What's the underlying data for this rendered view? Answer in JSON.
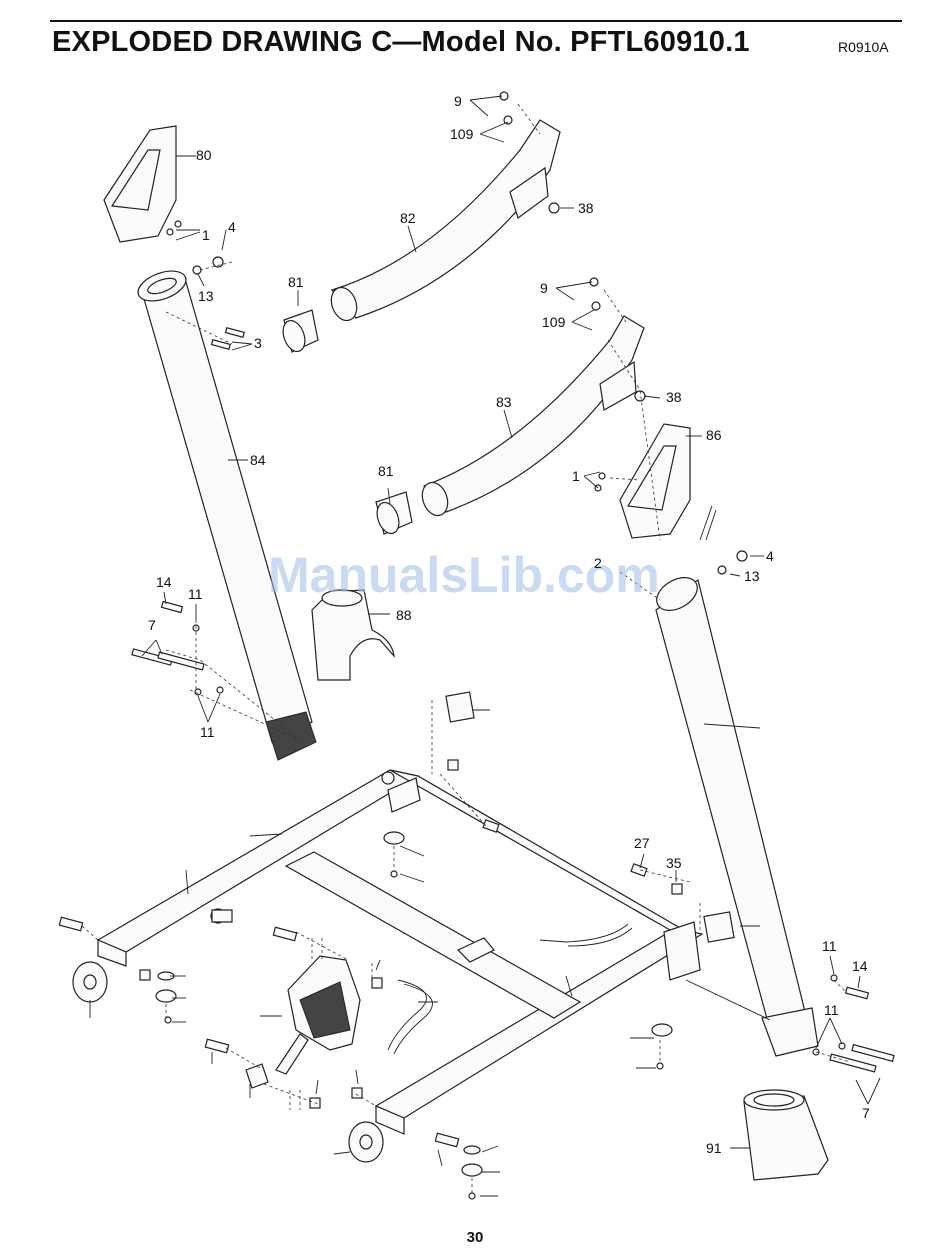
{
  "header": {
    "title": "EXPLODED DRAWING C—Model No. PFTL60910.1",
    "code": "R0910A"
  },
  "watermark": "ManualsLib.com",
  "page_number": "30",
  "callouts": {
    "c9a": "9",
    "c109a": "109",
    "c38a": "38",
    "c80": "80",
    "c82": "82",
    "c1a": "1",
    "c4a": "4",
    "c13a": "13",
    "c3": "3",
    "c81a": "81",
    "c9b": "9",
    "c109b": "109",
    "c38b": "38",
    "c83": "83",
    "c86": "86",
    "c84": "84",
    "c81b": "81",
    "c1b": "1",
    "c2": "2",
    "c4b": "4",
    "c13b": "13",
    "c14a": "14",
    "c11a": "11",
    "c7a": "7",
    "c88": "88",
    "c11b": "11",
    "c27": "27",
    "c35": "35",
    "c11c": "11",
    "c14b": "14",
    "c11d": "11",
    "c7b": "7",
    "c91": "91"
  }
}
